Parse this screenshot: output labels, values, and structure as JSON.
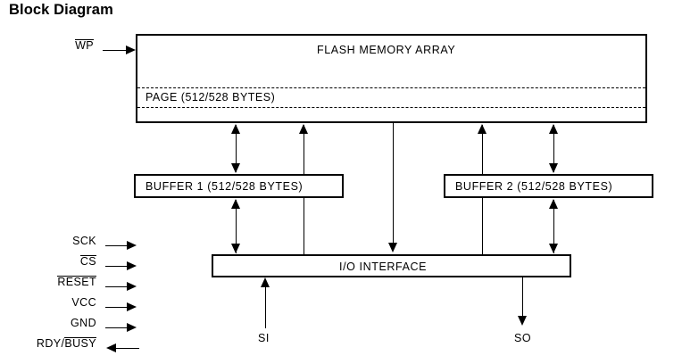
{
  "title": "Block Diagram",
  "blocks": {
    "flash_array": {
      "label": "FLASH MEMORY ARRAY",
      "page_label": "PAGE (512/528 BYTES)"
    },
    "buffer1": {
      "label": "BUFFER 1 (512/528 BYTES)"
    },
    "buffer2": {
      "label": "BUFFER 2 (512/528 BYTES)"
    },
    "io_interface": {
      "label": "I/O INTERFACE"
    }
  },
  "signals": {
    "wp": {
      "label": "WP",
      "overbar": "full",
      "direction": "in"
    },
    "left_pins": [
      {
        "label": "SCK",
        "overbar": "none",
        "direction": "in"
      },
      {
        "label": "CS",
        "overbar": "full",
        "direction": "in"
      },
      {
        "label": "RESET",
        "overbar": "full",
        "direction": "in"
      },
      {
        "label": "VCC",
        "overbar": "none",
        "direction": "in"
      },
      {
        "label": "GND",
        "overbar": "none",
        "direction": "in"
      },
      {
        "label": "RDY/BUSY",
        "overbar": "partial-busy",
        "direction": "out"
      }
    ],
    "si": {
      "label": "SI",
      "direction": "in"
    },
    "so": {
      "label": "SO",
      "direction": "out"
    }
  },
  "colors": {
    "line": "#000000",
    "background": "#ffffff",
    "text": "#000000"
  }
}
